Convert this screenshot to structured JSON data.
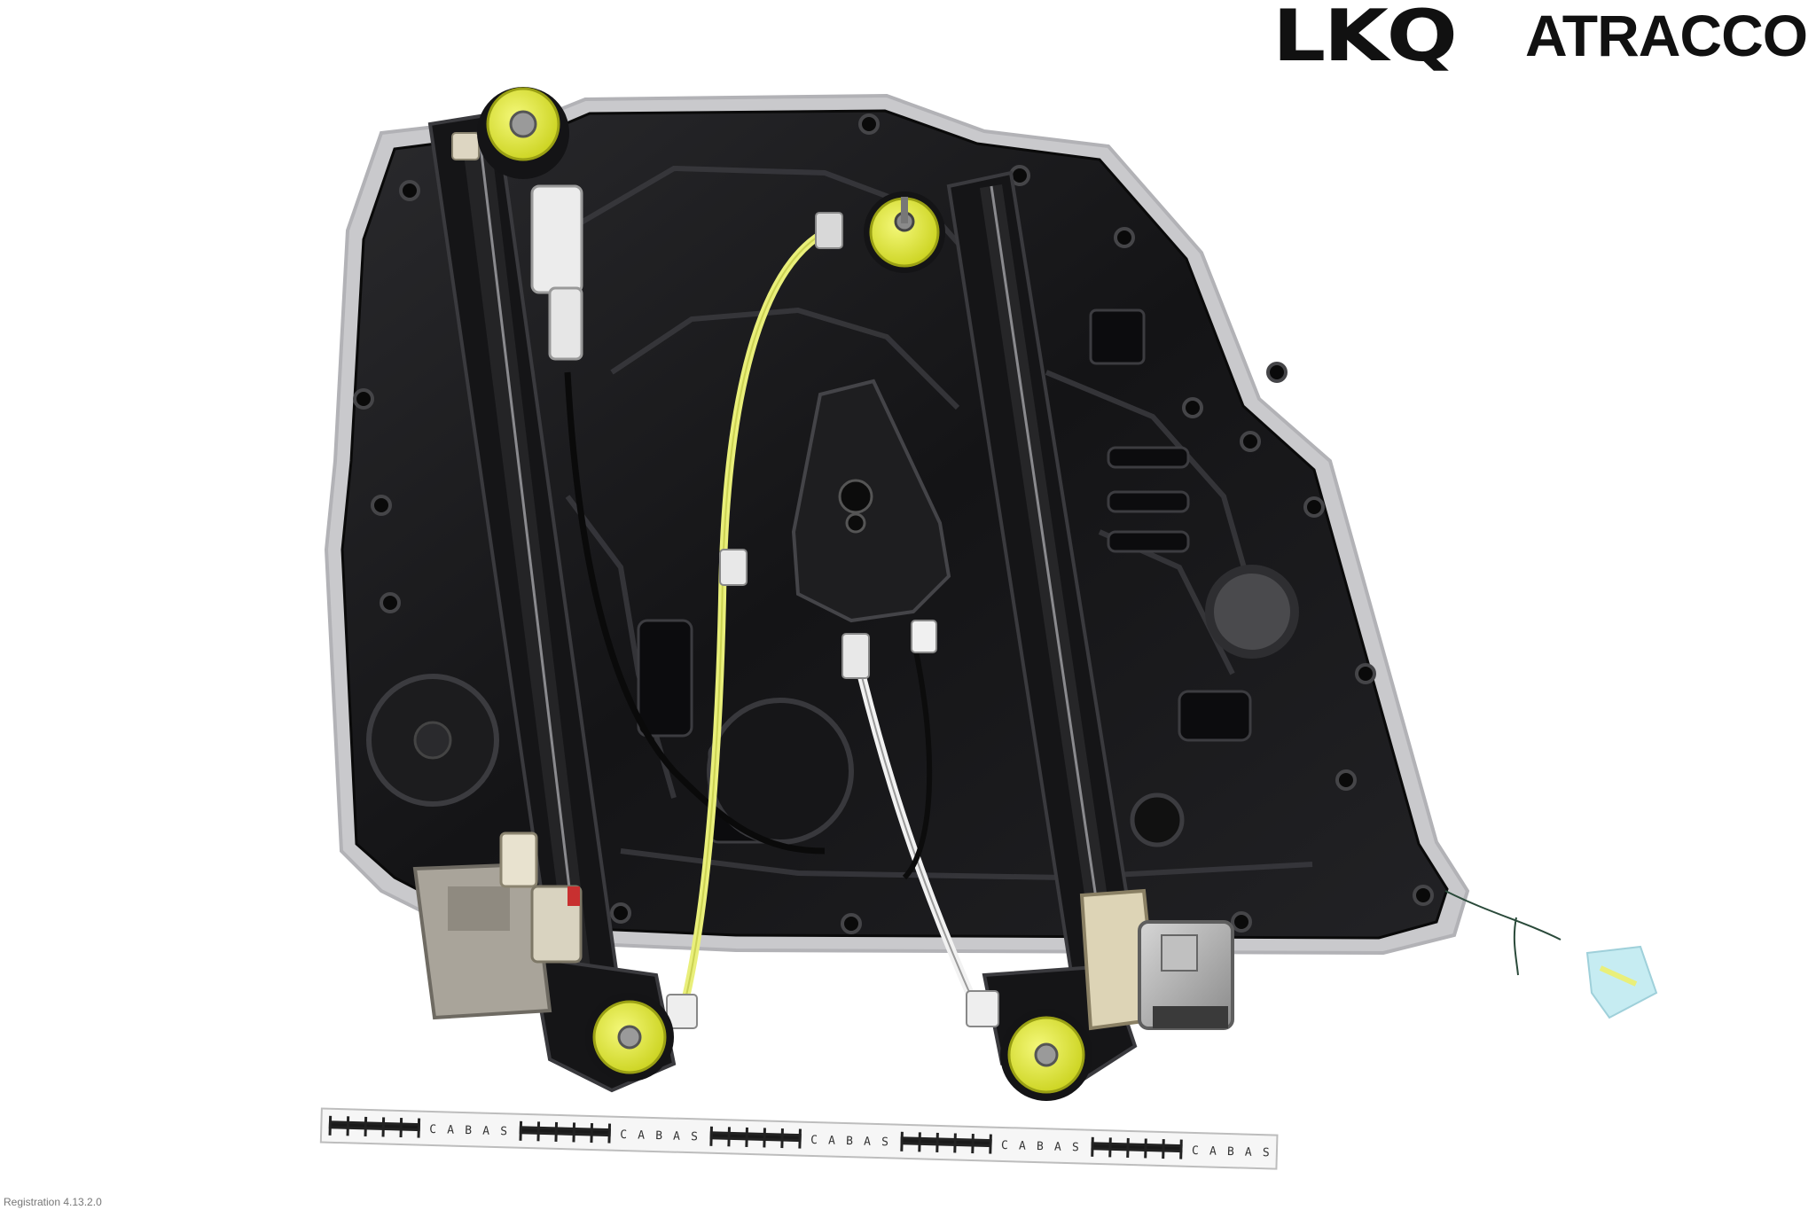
{
  "brand": {
    "logo_left": "LKQ",
    "logo_right": "ATRACCO"
  },
  "photo": {
    "subject": "door-module-with-window-regulator",
    "background_color": "#ffffff",
    "panel_color": "#1a1a1c",
    "gasket_color": "#c9c9cc",
    "pulley_color": "#e4ec2a",
    "cable_yellow": "#e9ef7a"
  },
  "ruler": {
    "segment_letters": [
      "C",
      "A",
      "B",
      "A",
      "S"
    ]
  },
  "footer": {
    "registration": "Registration 4.13.2.0"
  }
}
